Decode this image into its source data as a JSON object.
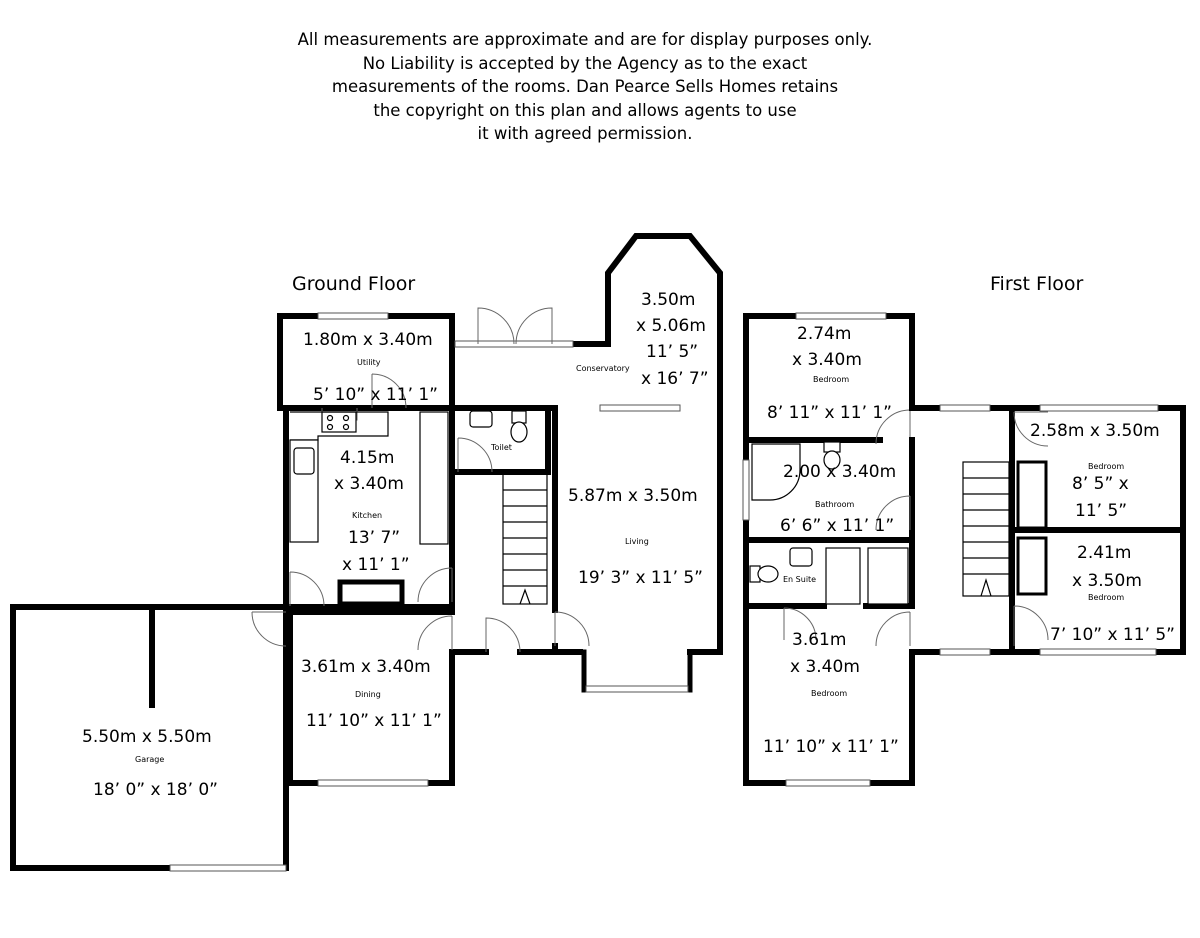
{
  "disclaimer": {
    "lines": [
      "All measurements are approximate and are for display purposes only.",
      "No Liability is accepted by the Agency as to the exact",
      "measurements of the rooms. Dan Pearce Sells Homes retains",
      "the copyright on this plan and allows agents to use",
      "it with agreed permission."
    ]
  },
  "floors": {
    "ground": {
      "heading": "Ground Floor",
      "utility": {
        "metric": "1.80m x 3.40m",
        "name": "Utility",
        "imperial": "5’ 10” x 11’ 1”"
      },
      "conservatory": {
        "metric_1": "3.50m",
        "metric_2": "x 5.06m",
        "imperial_1": "11’ 5”",
        "imperial_2": "x 16’ 7”",
        "name": "Conservatory"
      },
      "kitchen": {
        "metric_1": "4.15m",
        "metric_2": "x 3.40m",
        "name": "Kitchen",
        "imperial_1": "13’ 7”",
        "imperial_2": "x 11’ 1”"
      },
      "toilet": {
        "name": "Toilet"
      },
      "living": {
        "metric": "5.87m x 3.50m",
        "name": "Living",
        "imperial": "19’ 3” x 11’ 5”"
      },
      "dining": {
        "metric": "3.61m x 3.40m",
        "name": "Dining",
        "imperial": "11’ 10” x 11’ 1”"
      },
      "garage": {
        "metric": "5.50m x 5.50m",
        "name": "Garage",
        "imperial": "18’ 0” x 18’ 0”"
      }
    },
    "first": {
      "heading": "First Floor",
      "bedroom_1": {
        "metric_1": "2.74m",
        "metric_2": "x 3.40m",
        "name": "Bedroom",
        "imperial": "8’ 11” x 11’ 1”"
      },
      "bathroom": {
        "metric": "2.00  x 3.40m",
        "name": "Bathroom",
        "imperial": "6’ 6” x 11’ 1”"
      },
      "en_suite": {
        "name": "En Suite"
      },
      "bedroom_2": {
        "metric_1": "3.61m",
        "metric_2": "x 3.40m",
        "name": "Bedroom",
        "imperial": "11’ 10” x 11’ 1”"
      },
      "bedroom_3": {
        "metric": "2.58m x 3.50m",
        "name": "Bedroom",
        "imperial_1": "8’ 5” x",
        "imperial_2": "11’ 5”"
      },
      "bedroom_4": {
        "metric_1": "2.41m",
        "metric_2": "x 3.50m",
        "name": "Bedroom",
        "imperial": "7’ 10” x 11’ 5”"
      }
    }
  }
}
